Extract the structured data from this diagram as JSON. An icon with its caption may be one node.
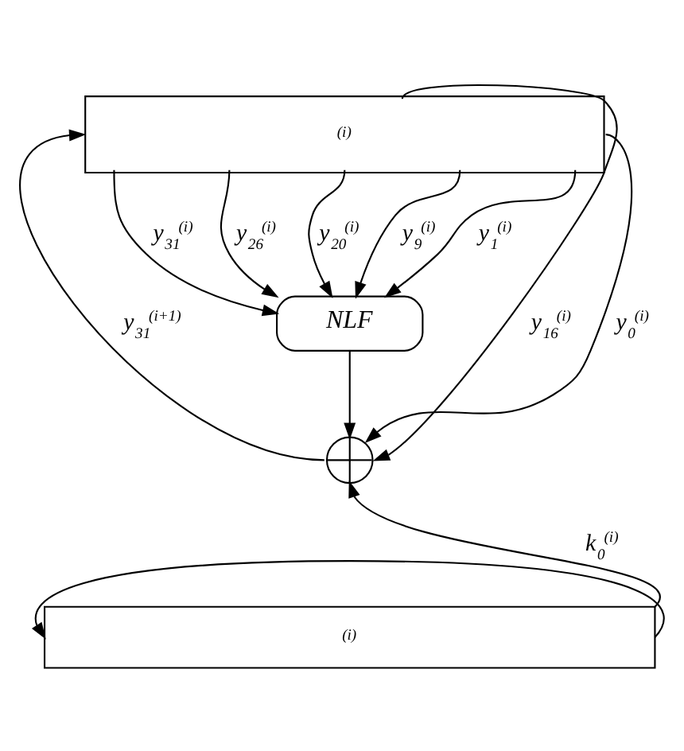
{
  "diagram": {
    "nodes": [
      {
        "text": [
          "(i)"
        ]
      },
      {
        "text": [
          "NLF"
        ]
      },
      {
        "text": [],
        "shape": "circle"
      },
      {
        "text": [
          "(i)"
        ]
      }
    ],
    "edges": [
      {
        "from": 0,
        "to": 1,
        "arrow": "to",
        "label": "y$_{31}$$^{(i)}$"
      },
      {
        "from": 0,
        "to": 1,
        "arrow": "to",
        "label": "y$_{26}$$^{(i)}$"
      },
      {
        "from": 0,
        "to": 1,
        "arrow": "to",
        "label": "y$_{20}$$^{(i)}$"
      },
      {
        "from": 0,
        "to": 1,
        "arrow": "to",
        "label": "y$_{9}$$^{(i)}$"
      },
      {
        "from": 0,
        "to": 1,
        "arrow": "to",
        "label": "y$_{1}$$^{(i)}$"
      },
      {
        "from": 0,
        "to": 2,
        "arrow": "to",
        "label": "y$_{0}$$^{(i)}$"
      },
      {
        "from": 0,
        "to": 2,
        "arrow": "to",
        "label": "y$_{16}$$^{(i)}$"
      },
      {
        "from": 1,
        "to": 2,
        "arrow": "to"
      },
      {
        "from": 2,
        "to": 0,
        "arrow": "to",
        "label": "y$_{31}$$^{(i+1)}$"
      },
      {
        "from": 3,
        "to": 2,
        "arrow": "to",
        "label": "k$_{0}$$^{(i)}$"
      },
      {
        "from": 3,
        "to": 3,
        "arrow": "to"
      }
    ]
  }
}
